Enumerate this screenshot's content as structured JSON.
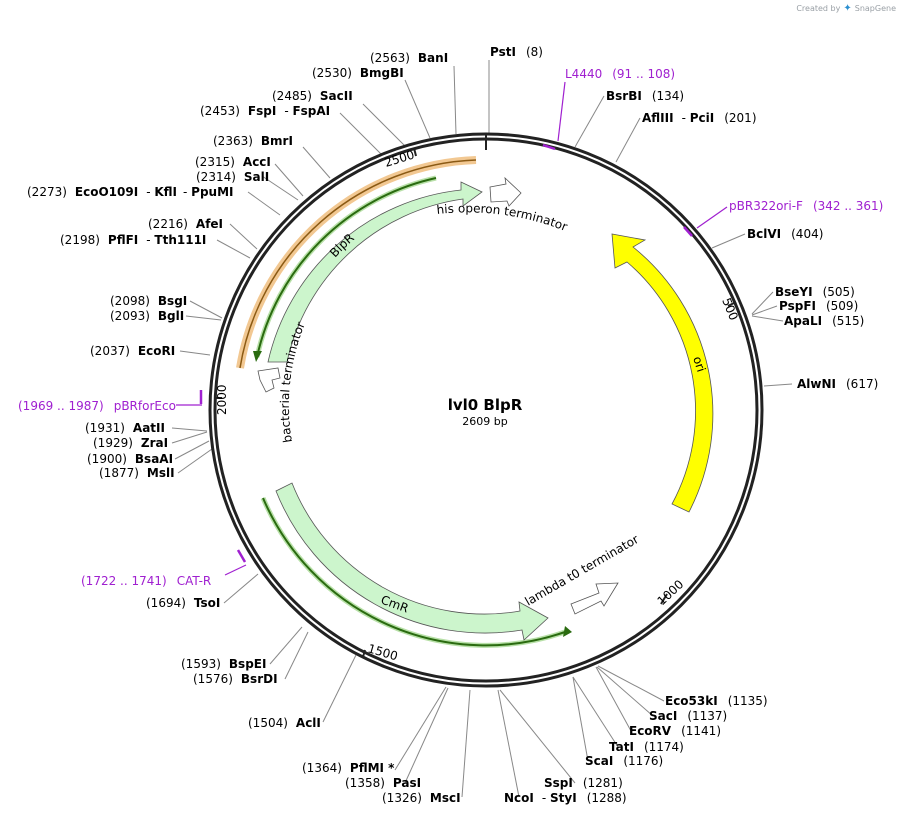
{
  "credit": {
    "prefix": "Created by",
    "brand": "SnapGene",
    "icon": "snapgene-logo-icon"
  },
  "plasmid": {
    "name": "lvl0 BlpR",
    "length_label": "2609 bp",
    "length": 2609
  },
  "ticks": [
    "500",
    "1000",
    "1500",
    "2000",
    "2500"
  ],
  "features": [
    {
      "name": "ori",
      "color": "#ffff00",
      "label_color": "#000000"
    },
    {
      "name": "CmR",
      "color": "#ccf5cc",
      "label_color": "#000000"
    },
    {
      "name": "BlpR",
      "color": "#ccf5cc",
      "label_color": "#000000"
    },
    {
      "name": "his operon terminator",
      "color": "#ffffff"
    },
    {
      "name": "lambda t0 terminator",
      "color": "#ffffff"
    },
    {
      "name": "bacterial terminator",
      "color": "#ffffff"
    }
  ],
  "sites": [
    {
      "name": "PstI",
      "pos": "(8)"
    },
    {
      "name": "BanI",
      "pos": "(2563)"
    },
    {
      "name": "BmgBI",
      "pos": "(2530)"
    },
    {
      "name": "SacII",
      "pos": "(2485)"
    },
    {
      "name": "FspI",
      "alt": "FspAI",
      "pos": "(2453)"
    },
    {
      "name": "BmrI",
      "pos": "(2363)"
    },
    {
      "name": "AccI",
      "pos": "(2315)"
    },
    {
      "name": "SalI",
      "pos": "(2314)"
    },
    {
      "name": "EcoO109I",
      "alt": "KflI",
      "alt2": "PpuMI",
      "pos": "(2273)"
    },
    {
      "name": "AfeI",
      "pos": "(2216)"
    },
    {
      "name": "PflFI",
      "alt": "Tth111I",
      "pos": "(2198)"
    },
    {
      "name": "BsgI",
      "pos": "(2098)"
    },
    {
      "name": "BglI",
      "pos": "(2093)"
    },
    {
      "name": "EcoRI",
      "pos": "(2037)"
    },
    {
      "name": "AatII",
      "pos": "(1931)"
    },
    {
      "name": "ZraI",
      "pos": "(1929)"
    },
    {
      "name": "BsaAI",
      "pos": "(1900)"
    },
    {
      "name": "MslI",
      "pos": "(1877)"
    },
    {
      "name": "TsoI",
      "pos": "(1694)"
    },
    {
      "name": "BspEI",
      "pos": "(1593)"
    },
    {
      "name": "BsrDI",
      "pos": "(1576)"
    },
    {
      "name": "AclI",
      "pos": "(1504)"
    },
    {
      "name": "PflMI *",
      "pos": "(1364)"
    },
    {
      "name": "PasI",
      "pos": "(1358)"
    },
    {
      "name": "MscI",
      "pos": "(1326)"
    },
    {
      "name": "NcoI",
      "alt": "StyI",
      "pos": "(1288)"
    },
    {
      "name": "SspI",
      "pos": "(1281)"
    },
    {
      "name": "ScaI",
      "pos": "(1176)"
    },
    {
      "name": "TatI",
      "pos": "(1174)"
    },
    {
      "name": "EcoRV",
      "pos": "(1141)"
    },
    {
      "name": "SacI",
      "pos": "(1137)"
    },
    {
      "name": "Eco53kI",
      "pos": "(1135)"
    },
    {
      "name": "AlwNI",
      "pos": "(617)"
    },
    {
      "name": "ApaLI",
      "pos": "(515)"
    },
    {
      "name": "PspFI",
      "pos": "(509)"
    },
    {
      "name": "BseYI",
      "pos": "(505)"
    },
    {
      "name": "BclVI",
      "pos": "(404)"
    },
    {
      "name": "AflIII",
      "alt": "PciI",
      "pos": "(201)"
    },
    {
      "name": "BsrBI",
      "pos": "(134)"
    }
  ],
  "primers": [
    {
      "name": "L4440",
      "range": "(91 .. 108)"
    },
    {
      "name": "pBR322ori-F",
      "range": "(342 .. 361)"
    },
    {
      "name": "pBRforEco",
      "range": "(1969 .. 1987)"
    },
    {
      "name": "CAT-R",
      "range": "(1722 .. 1741)"
    }
  ],
  "colors": {
    "primer": "#a020d0",
    "backbone": "#222222",
    "leader": "#888888"
  }
}
